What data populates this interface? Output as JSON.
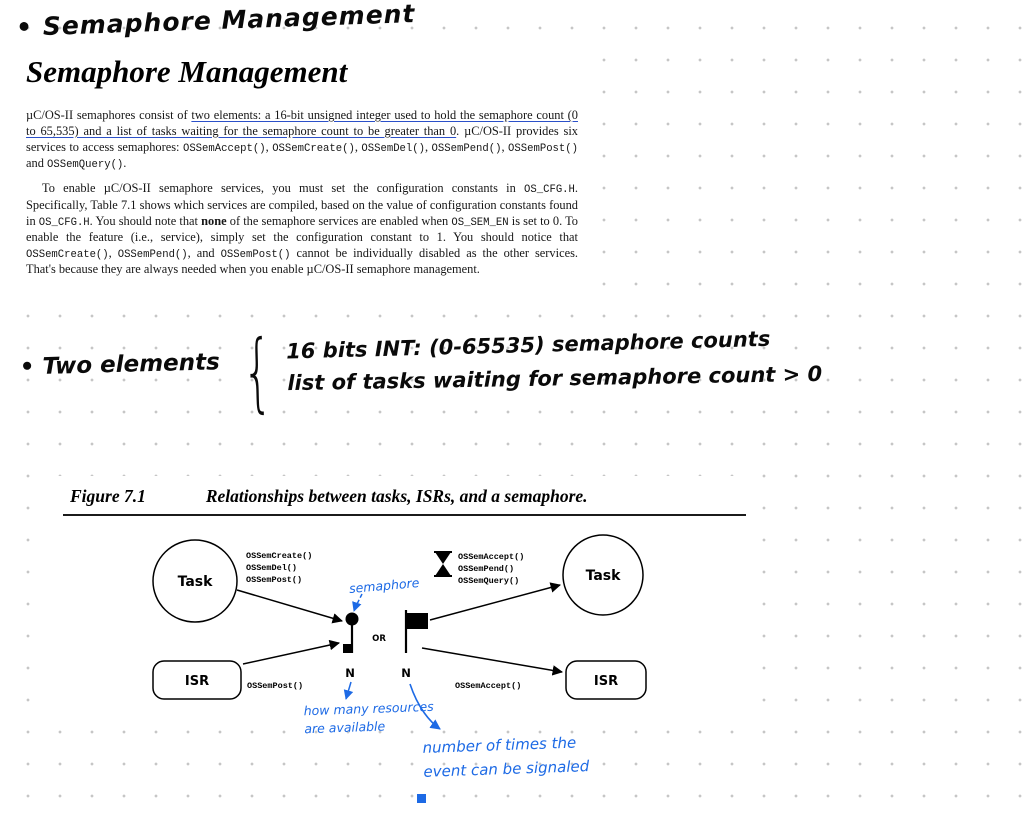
{
  "ink_colors": {
    "blue": "#1d6ae5",
    "black": "#0a0a0a",
    "underline": "#2b50c8"
  },
  "handwriting": {
    "top_title": "• Semaphore Management",
    "note_bullet": "• Two elements",
    "note_brace": "{",
    "note_line1": "16 bits INT: (0-65535)  semaphore counts",
    "note_line2": "list of tasks waiting for semaphore count > 0",
    "annotation_semaphore": "semaphore",
    "annotation_resources_l1": "how many resources",
    "annotation_resources_l2": "are available",
    "annotation_signal_l1": "number of times the",
    "annotation_signal_l2": "event can be signaled"
  },
  "document": {
    "title": "Semaphore Management",
    "p1": [
      {
        "t": "µC/OS-II semaphores consist of ",
        "k": "text"
      },
      {
        "t": "two elements: a 16-bit unsigned integer used to hold the semaphore count (0 to 65,535) and a list of tasks waiting for the semaphore count to be greater than 0",
        "k": "u"
      },
      {
        "t": ".  µC/OS-II provides six services to access semaphores: ",
        "k": "text"
      },
      {
        "t": "OSSemAccept()",
        "k": "code"
      },
      {
        "t": ", ",
        "k": "text"
      },
      {
        "t": "OSSemCreate()",
        "k": "code"
      },
      {
        "t": ", ",
        "k": "text"
      },
      {
        "t": "OSSemDel()",
        "k": "code"
      },
      {
        "t": ", ",
        "k": "text"
      },
      {
        "t": "OSSemPend()",
        "k": "code"
      },
      {
        "t": ", ",
        "k": "text"
      },
      {
        "t": "OSSemPost()",
        "k": "code"
      },
      {
        "t": " and ",
        "k": "text"
      },
      {
        "t": "OSSemQuery()",
        "k": "code"
      },
      {
        "t": ".",
        "k": "text"
      }
    ],
    "p2": [
      {
        "t": "To enable µC/OS-II semaphore services, you must set the configuration constants in ",
        "k": "text"
      },
      {
        "t": "OS_CFG.H",
        "k": "code"
      },
      {
        "t": ". Specifically, Table 7.1 shows which services are compiled, based on the value of configuration constants found in ",
        "k": "text"
      },
      {
        "t": "OS_CFG.H",
        "k": "code"
      },
      {
        "t": ".  You should note that ",
        "k": "text"
      },
      {
        "t": "none",
        "k": "b"
      },
      {
        "t": " of the semaphore services are enabled when ",
        "k": "text"
      },
      {
        "t": "OS_SEM_EN",
        "k": "code"
      },
      {
        "t": " is set to 0.  To enable the feature (i.e., service), simply set the configuration constant to 1.  You should notice that ",
        "k": "text"
      },
      {
        "t": "OSSemCreate()",
        "k": "code"
      },
      {
        "t": ", ",
        "k": "text"
      },
      {
        "t": "OSSemPend()",
        "k": "code"
      },
      {
        "t": ", and ",
        "k": "text"
      },
      {
        "t": "OSSemPost()",
        "k": "code"
      },
      {
        "t": " cannot be individually disabled as the other services.  That's because they are always needed when you enable µC/OS-II semaphore management.",
        "k": "text"
      }
    ]
  },
  "figure": {
    "label": "Figure 7.1",
    "caption": "Relationships between tasks, ISRs, and a semaphore.",
    "task_left": "Task",
    "isr_left": "ISR",
    "task_right": "Task",
    "isr_right": "ISR",
    "left_services": [
      "OSSemCreate()",
      "OSSemDel()",
      "OSSemPost()"
    ],
    "right_services": [
      "OSSemAccept()",
      "OSSemPend()",
      "OSSemQuery()"
    ],
    "or_label": "OR",
    "n_left": "N",
    "n_right": "N",
    "bottom_left_label": "OSSemPost()",
    "bottom_right_label": "OSSemAccept()"
  }
}
